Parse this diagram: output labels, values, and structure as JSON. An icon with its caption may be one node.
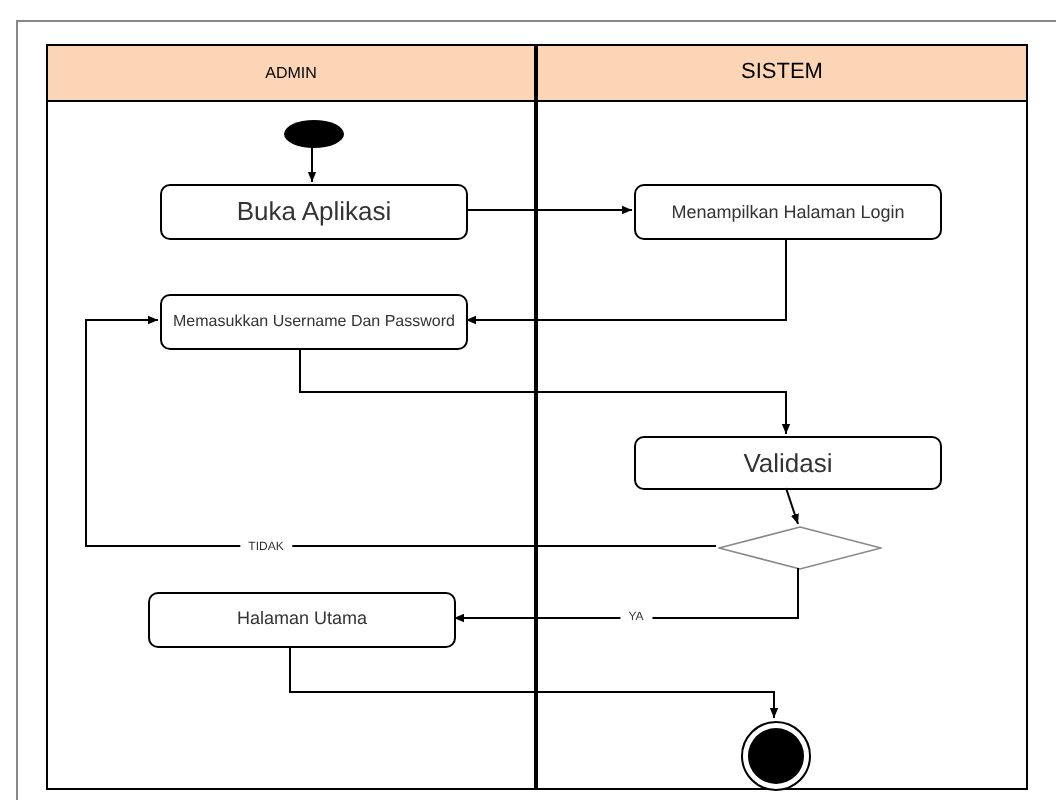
{
  "diagram": {
    "nodes": [
      {
        "text": [
          "ADMIN"
        ]
      },
      {
        "text": [
          "SISTEM"
        ]
      },
      {
        "text": [],
        "shape": "circle",
        "in": 0
      },
      {
        "text": [
          "Buka Aplikasi"
        ],
        "in": 0
      },
      {
        "text": [
          "Menampilkan Halaman Login"
        ],
        "in": 1
      },
      {
        "text": [
          "Memasukkan Username Dan Password"
        ],
        "in": 0
      },
      {
        "text": [
          "Validasi"
        ],
        "in": 1
      },
      {
        "text": [],
        "shape": "diamond",
        "in": 1
      },
      {
        "text": [
          "Halaman Utama"
        ],
        "in": 0
      },
      {
        "text": [],
        "shape": "circle",
        "in": 1
      }
    ],
    "edges": [
      {
        "from": 2,
        "to": 3,
        "arrow": "to"
      },
      {
        "from": 3,
        "to": 4,
        "arrow": "to"
      },
      {
        "from": 4,
        "to": 5,
        "arrow": "to"
      },
      {
        "from": 5,
        "to": 6,
        "arrow": "to"
      },
      {
        "from": 6,
        "to": 7,
        "arrow": "to"
      },
      {
        "from": 7,
        "to": 5,
        "arrow": "to",
        "label": "TIDAK"
      },
      {
        "from": 7,
        "to": 8,
        "arrow": "to",
        "label": "YA"
      },
      {
        "from": 8,
        "to": 9,
        "arrow": "to"
      }
    ]
  }
}
